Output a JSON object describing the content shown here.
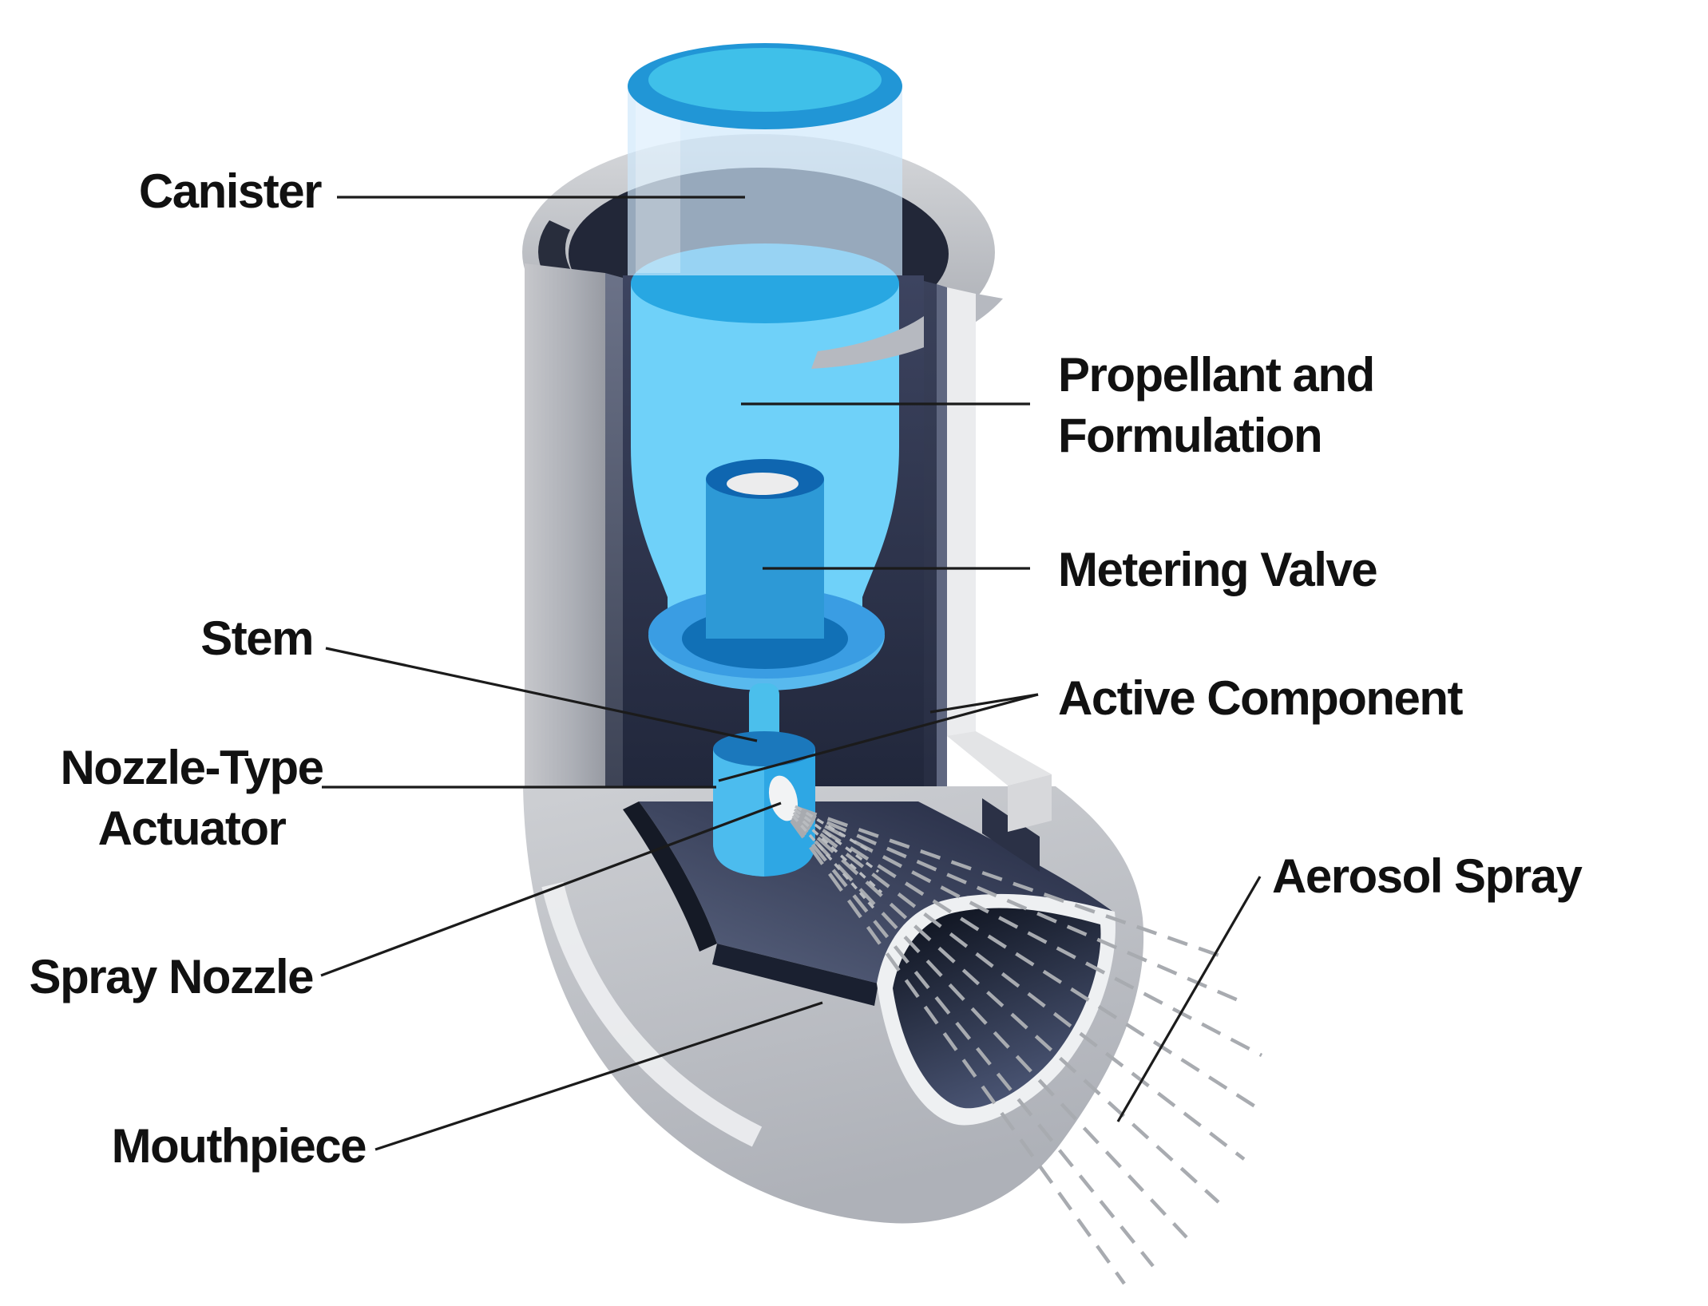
{
  "diagram": {
    "subject": "metered-dose-inhaler-cutaway",
    "labels": {
      "canister": "Canister",
      "propellant": "Propellant and Formulation",
      "metering_valve": "Metering Valve",
      "stem": "Stem",
      "active_component": "Active Component",
      "nozzle_actuator": "Nozzle-Type Actuator",
      "spray_nozzle": "Spray Nozzle",
      "mouthpiece": "Mouthpiece",
      "aerosol_spray": "Aerosol Spray"
    },
    "colors": {
      "background": "#ffffff",
      "label_text": "#111111",
      "leader_line": "#1b1b1b",
      "canister_rim_blue": "#2196d6",
      "canister_top_blue": "#3fc0e9",
      "canister_wall_blue": "#cfe7fa",
      "liquid_surface_blue": "#28a7e2",
      "liquid_body_blue": "#6fd1f9",
      "valve_body_blue": "#2d99d6",
      "deep_blue": "#1170b6",
      "ferrule_blue": "#3a9de3",
      "stem_blue": "#4bbfec",
      "actuator_blue": "#2ea7e4",
      "case_gray": "#c9ccd1",
      "interior_navy": "#2a2f3e",
      "mouthpiece_rim": "#eef0f2",
      "spray_gray": "#a8abb0"
    }
  }
}
